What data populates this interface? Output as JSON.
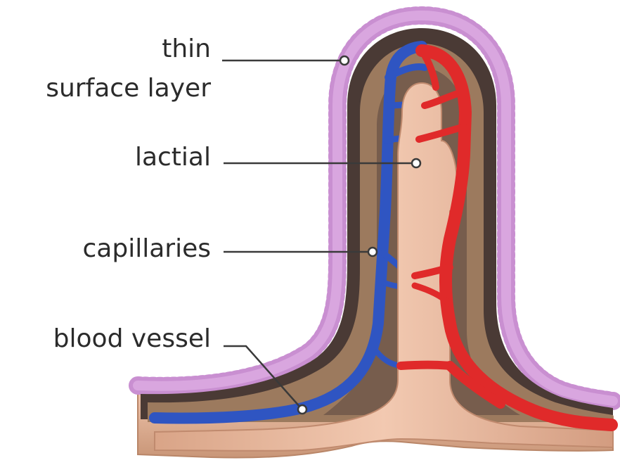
{
  "labels": {
    "thin": "thin",
    "surface_layer": "surface layer",
    "lactial": "lactial",
    "capillaries": "capillaries",
    "blood_vessel": "blood vessel"
  },
  "colors": {
    "surface_layer": "#c98fd1",
    "tissue_dark": "#4a3a35",
    "tissue_brown": "#9c7a5e",
    "lacteal": "#e8b79d",
    "vein": "#2f55c2",
    "artery": "#e02a2a",
    "base": "#e3b49a"
  }
}
